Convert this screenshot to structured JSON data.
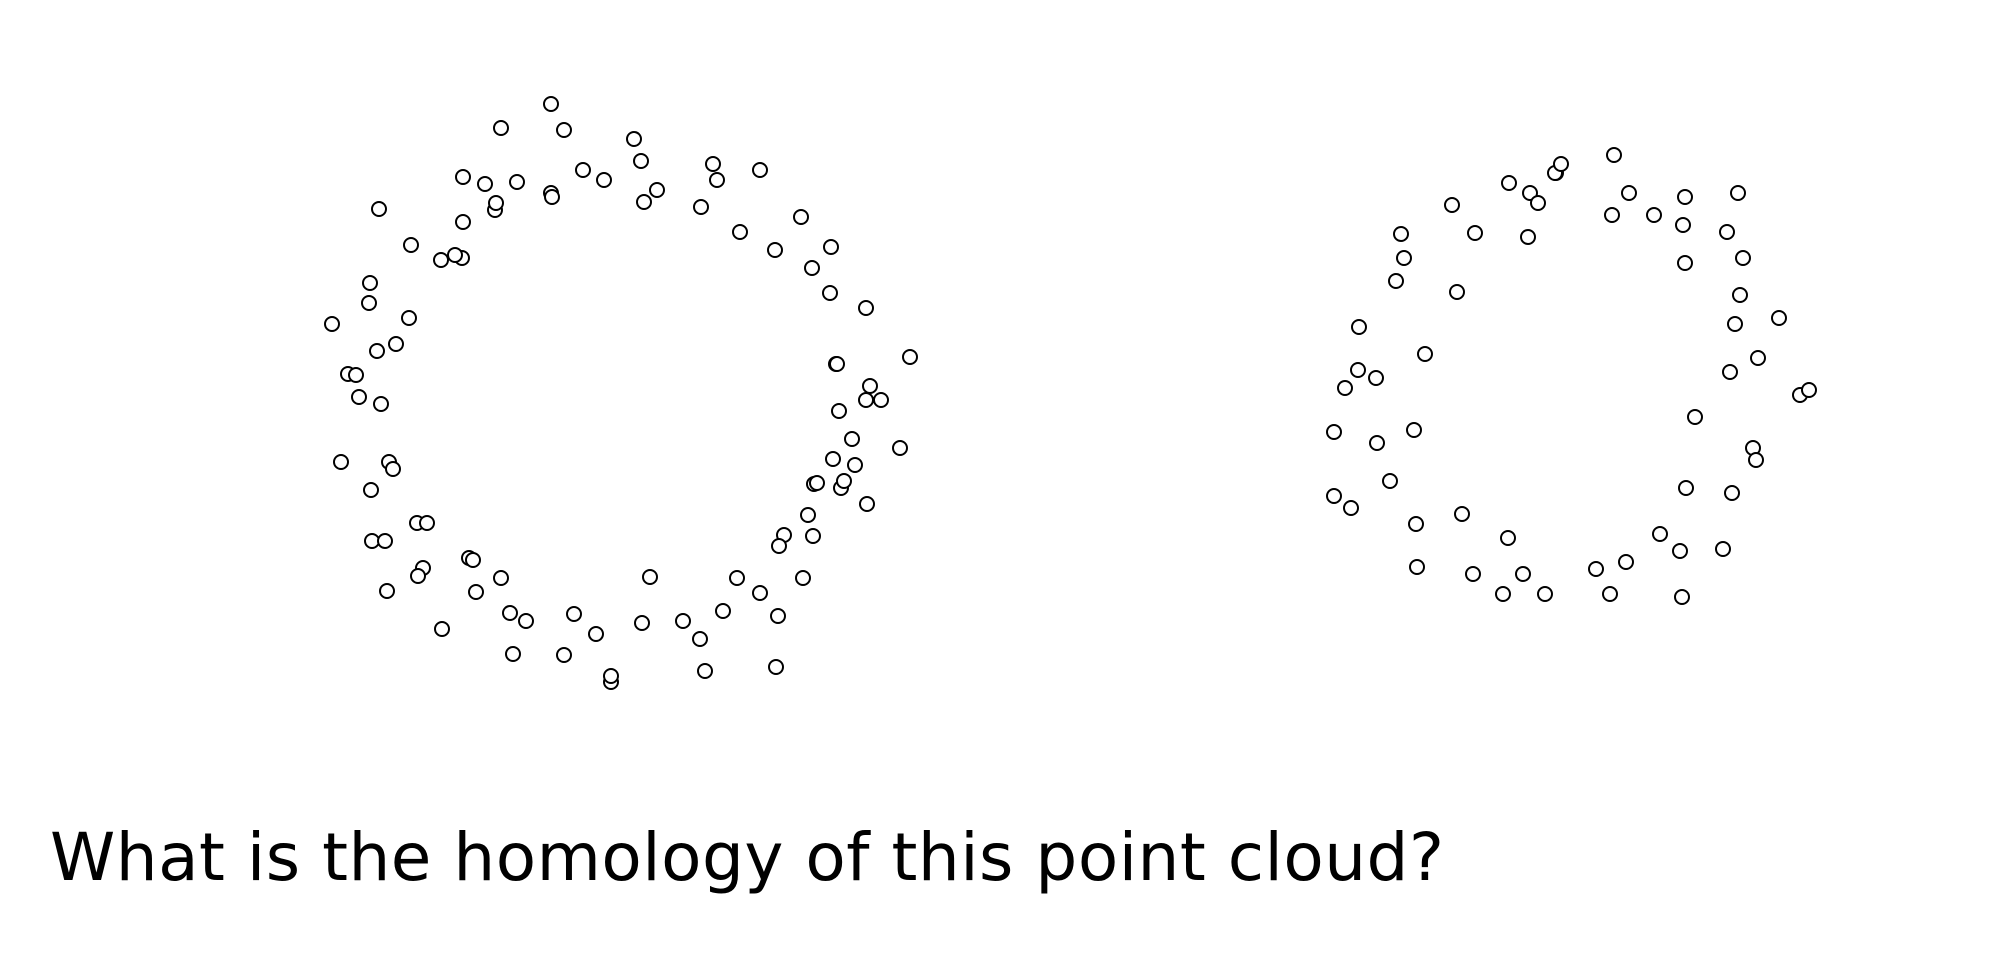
{
  "question": "What is the homology of this point cloud?",
  "colors": {
    "background": "#ffffff",
    "marker_stroke": "#000000",
    "marker_fill": "#ffffff",
    "text": "#000000"
  },
  "marker": {
    "shape": "open-circle"
  },
  "point_clouds": [
    {
      "name": "left-point-cloud",
      "count": 98
    },
    {
      "name": "right-point-cloud",
      "count": 61
    }
  ]
}
